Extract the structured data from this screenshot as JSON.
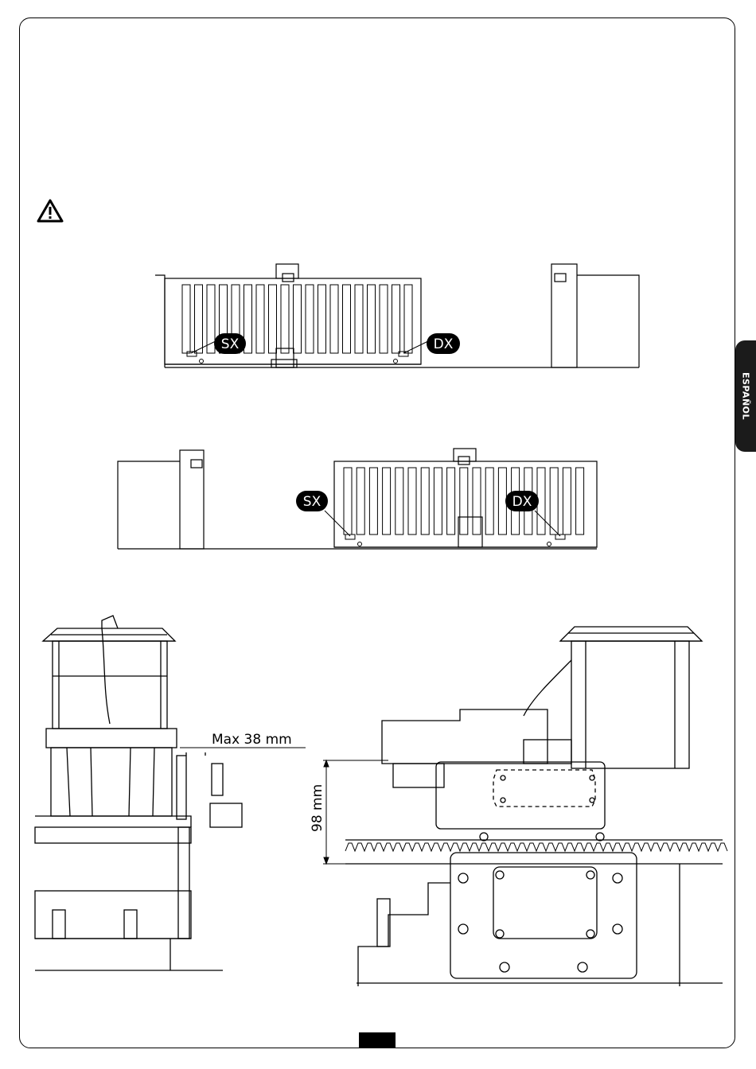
{
  "side_tab": {
    "language": "ESPAÑOL"
  },
  "gate_diagrams": [
    {
      "left_label": "SX",
      "right_label": "DX"
    },
    {
      "left_label": "SX",
      "right_label": "DX"
    }
  ],
  "motor_side": {
    "dimension_label": "Max 38 mm"
  },
  "motor_front": {
    "dimension_label": "98 mm"
  },
  "icons": {
    "warning": "warning-triangle-icon"
  }
}
